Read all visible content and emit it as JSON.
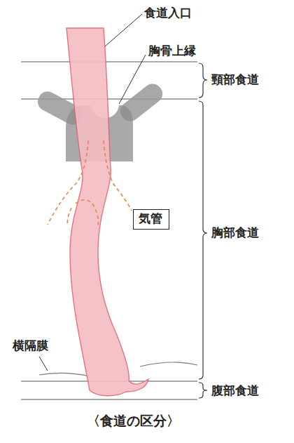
{
  "diagram": {
    "caption": "〈食道の区分〉",
    "nodes": [
      {
        "text": [
          "気管"
        ]
      }
    ],
    "labels": [
      "食道入口",
      "胸骨上縁",
      "頸部食道",
      "胸部食道",
      "腹部食道",
      "横隔膜"
    ]
  }
}
